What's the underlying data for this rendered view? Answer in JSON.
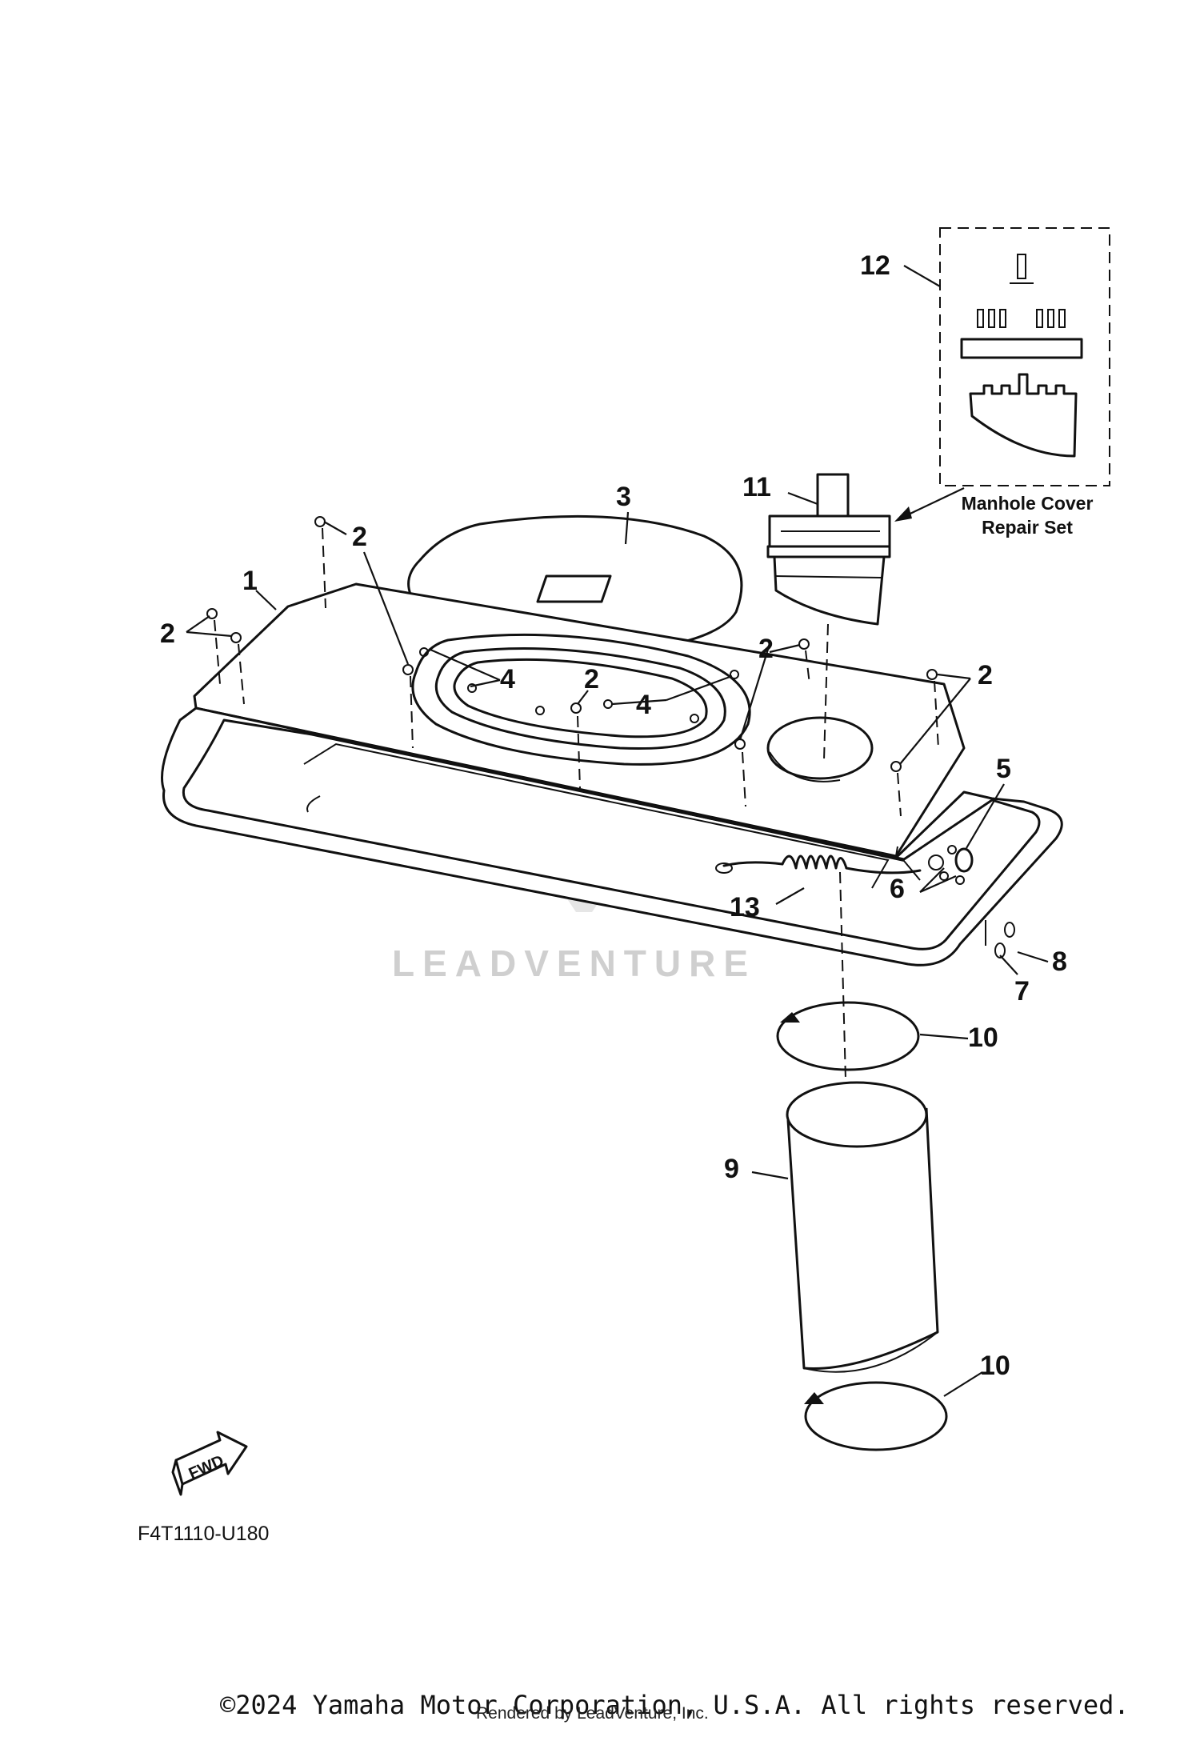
{
  "diagram": {
    "callouts": [
      "1",
      "2",
      "3",
      "4",
      "5",
      "6",
      "7",
      "8",
      "9",
      "10",
      "11",
      "12",
      "13"
    ],
    "repair_set_label_line1": "Manhole Cover",
    "repair_set_label_line2": "Repair Set",
    "fwd_label": "FWD",
    "figure_code": "F4T1110-U180",
    "watermark": "LEADVENTURE"
  },
  "footer": {
    "copyright": "©2024 Yamaha Motor Corporation, U.S.A. All rights reserved.",
    "rendered_by": "Rendered by LeadVenture, Inc."
  }
}
